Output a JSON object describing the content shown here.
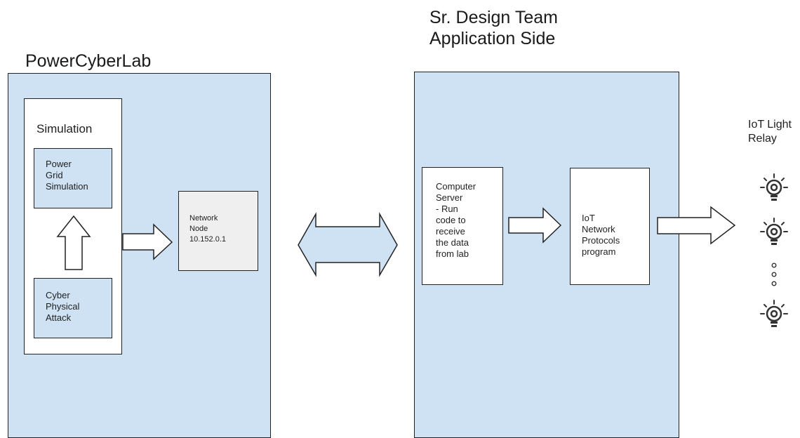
{
  "lab": {
    "title": "PowerCyberLab",
    "simulation_label": "Simulation",
    "power_grid_label": "Power\nGrid\nSimulation",
    "cyber_attack_label": "Cyber\nPhysical\nAttack",
    "network_node_label": "Network\nNode\n10.152.0.1"
  },
  "app": {
    "title": "Sr. Design Team\nApplication Side",
    "computer_server_label": "Computer\nServer\n- Run\ncode to\nreceive\nthe data\nfrom lab",
    "iot_protocols_label": "IoT\nNetwork\nProtocols\nprogram"
  },
  "relay": {
    "title": "IoT Light\nRelay",
    "icon": "lightbulb-icon"
  },
  "colors": {
    "panel_fill": "#cfe2f3",
    "node_fill": "#efefef",
    "stroke": "#222222"
  }
}
